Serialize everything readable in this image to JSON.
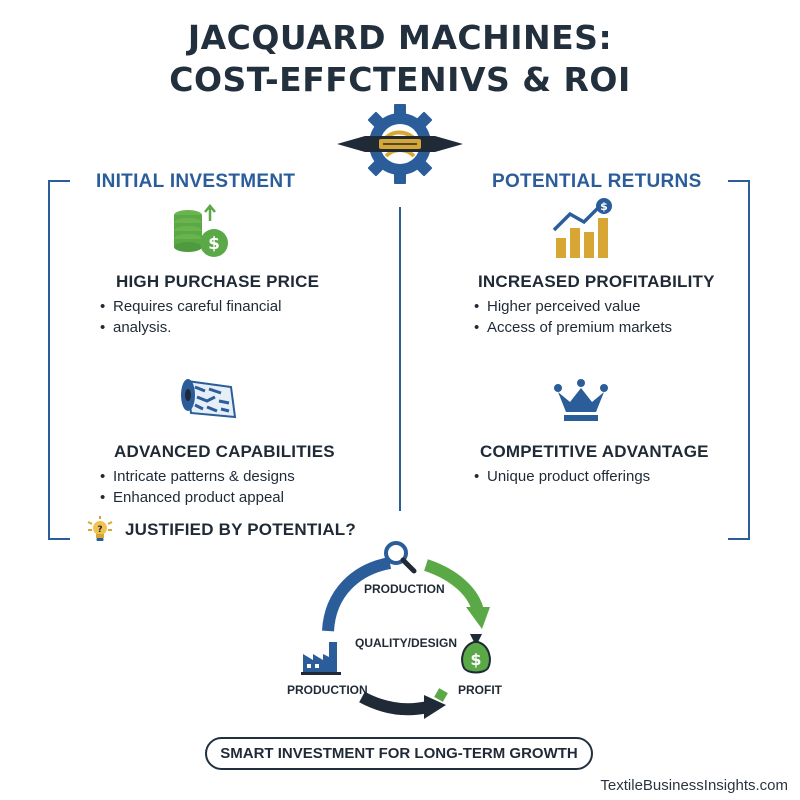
{
  "title": {
    "line1": "JACQUARD MACHINES:",
    "line2": "COST-EFFCTENIVS & ROI"
  },
  "left": {
    "heading": "INITIAL INVESTMENT",
    "sections": [
      {
        "title": "HIGH PURCHASE PRICE",
        "bullets": [
          "Requires careful financial",
          "analysis."
        ],
        "icon": "coins-dollar-icon"
      },
      {
        "title": "ADVANCED CAPABILITIES",
        "bullets": [
          "Intricate patterns & designs",
          "Enhanced product appeal"
        ],
        "icon": "fabric-roll-icon"
      }
    ],
    "question": "JUSTIFIED BY POTENTIAL?"
  },
  "right": {
    "heading": "POTENTIAL RETURNS",
    "sections": [
      {
        "title": "INCREASED PROFITABILITY",
        "bullets": [
          "Higher perceived value",
          "Access of premium markets"
        ],
        "icon": "growth-chart-icon"
      },
      {
        "title": "COMPETITIVE ADVANTAGE",
        "bullets": [
          "Unique product offerings"
        ],
        "icon": "crown-icon"
      }
    ]
  },
  "cycle": {
    "top": "PRODUCTION",
    "center": "QUALITY/DESIGN",
    "left": "PRODUCTION",
    "right": "PROFIT"
  },
  "footer": "SMART INVESTMENT FOR LONG-TERM GROWTH",
  "credit": "TextileBusinessInsights.com",
  "colors": {
    "blue": "#2a5d9a",
    "green": "#5aa846",
    "navy": "#1f2a36",
    "gold": "#d8a635"
  }
}
